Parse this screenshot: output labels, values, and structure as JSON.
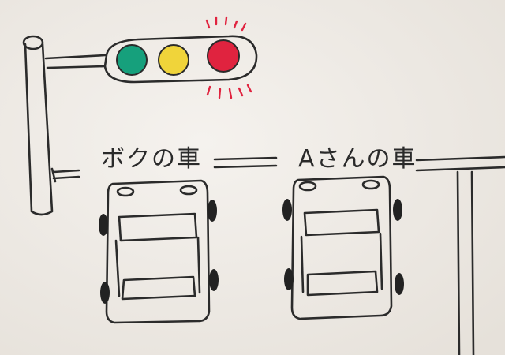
{
  "labels": {
    "my_car": "ボクの車",
    "a_car": "Aさんの車"
  },
  "colors": {
    "paper": "#efebe6",
    "ink": "#2b2b2b",
    "green": "#16a07c",
    "yellow": "#f0d43a",
    "red": "#e0233f"
  },
  "traffic_light_active": "red"
}
